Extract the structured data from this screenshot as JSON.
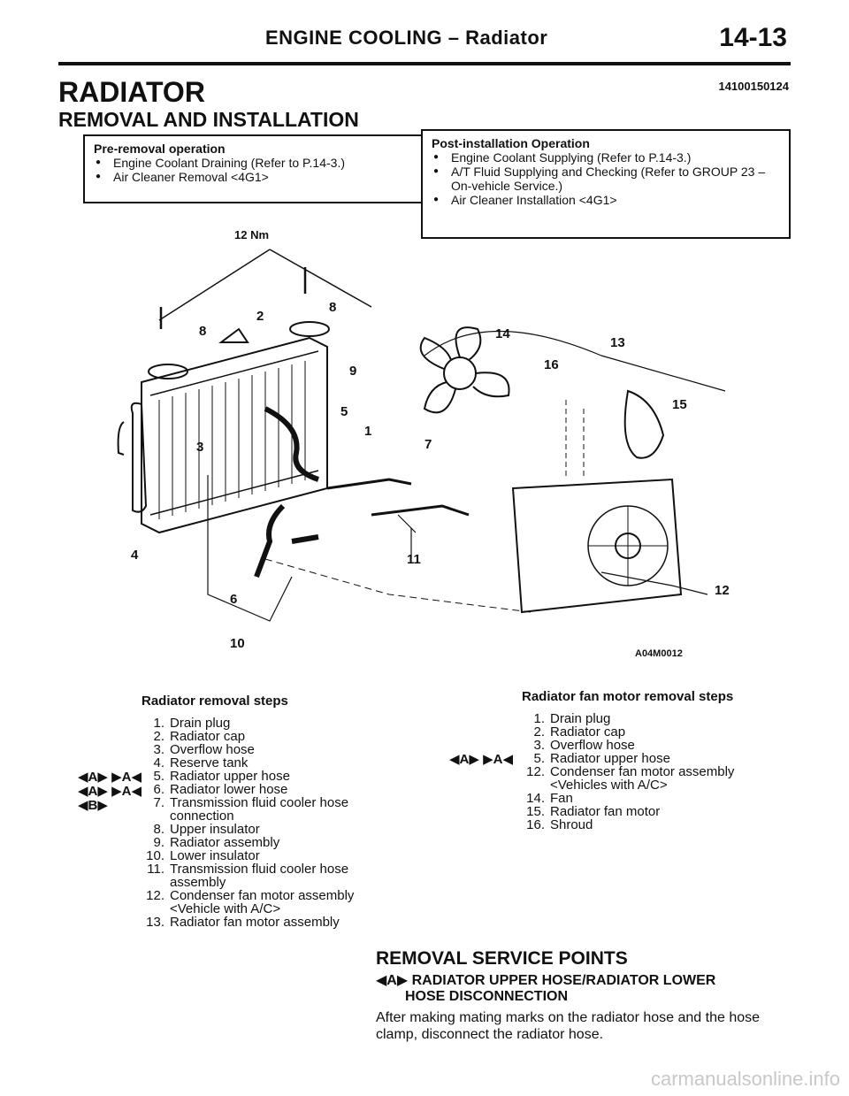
{
  "header": {
    "title": "ENGINE COOLING – Radiator",
    "page_number": "14-13"
  },
  "section": {
    "title": "RADIATOR",
    "code": "14100150124"
  },
  "subsection": {
    "title": "REMOVAL AND INSTALLATION"
  },
  "pre_removal": {
    "title": "Pre-removal operation",
    "items": [
      "Engine Coolant Draining (Refer to P.14-3.)",
      "Air Cleaner Removal <4G1>"
    ]
  },
  "post_installation": {
    "title": "Post-installation Operation",
    "items": [
      "Engine Coolant Supplying (Refer to P.14-3.)",
      "A/T Fluid Supplying and Checking (Refer to GROUP 23 – On-vehicle Service.)",
      "Air Cleaner Installation <4G1>"
    ]
  },
  "diagram": {
    "torque_label": "12 Nm",
    "figure_code": "A04M0012",
    "callouts": [
      "1",
      "2",
      "3",
      "4",
      "5",
      "6",
      "7",
      "8",
      "8",
      "9",
      "10",
      "11",
      "12",
      "13",
      "14",
      "15",
      "16"
    ]
  },
  "radiator_steps": {
    "title": "Radiator removal steps",
    "markers": [
      "◀A▶ ▶A◀",
      "◀A▶ ▶A◀",
      "◀B▶"
    ],
    "items": [
      {
        "num": "1.",
        "text": "Drain plug"
      },
      {
        "num": "2.",
        "text": "Radiator cap"
      },
      {
        "num": "3.",
        "text": "Overflow hose"
      },
      {
        "num": "4.",
        "text": "Reserve tank"
      },
      {
        "num": "5.",
        "text": "Radiator upper hose"
      },
      {
        "num": "6.",
        "text": "Radiator lower hose"
      },
      {
        "num": "7.",
        "text": "Transmission fluid cooler hose",
        "cont": "connection"
      },
      {
        "num": "8.",
        "text": "Upper insulator"
      },
      {
        "num": "9.",
        "text": "Radiator assembly"
      },
      {
        "num": "10.",
        "text": "Lower insulator"
      },
      {
        "num": "11.",
        "text": "Transmission fluid cooler hose",
        "cont": "assembly"
      },
      {
        "num": "12.",
        "text": "Condenser fan motor assembly",
        "cont": "<Vehicle with A/C>"
      },
      {
        "num": "13.",
        "text": "Radiator fan motor assembly"
      }
    ]
  },
  "fan_steps": {
    "title": "Radiator fan motor removal steps",
    "marker": "◀A▶ ▶A◀",
    "items": [
      {
        "num": "1.",
        "text": "Drain plug"
      },
      {
        "num": "2.",
        "text": "Radiator cap"
      },
      {
        "num": "3.",
        "text": "Overflow hose"
      },
      {
        "num": "5.",
        "text": "Radiator upper hose"
      },
      {
        "num": "12.",
        "text": "Condenser fan motor assembly",
        "cont": "<Vehicles with A/C>"
      },
      {
        "num": "14.",
        "text": "Fan"
      },
      {
        "num": "15.",
        "text": "Radiator fan motor"
      },
      {
        "num": "16.",
        "text": "Shroud"
      }
    ]
  },
  "service": {
    "title": "REMOVAL SERVICE POINTS",
    "sub_marker": "◀A▶",
    "sub_title_1": "RADIATOR UPPER HOSE/RADIATOR LOWER",
    "sub_title_2": "HOSE DISCONNECTION",
    "body": "After making mating marks on the radiator hose and the hose clamp, disconnect the radiator hose."
  },
  "watermark": "carmanualsonline.info"
}
